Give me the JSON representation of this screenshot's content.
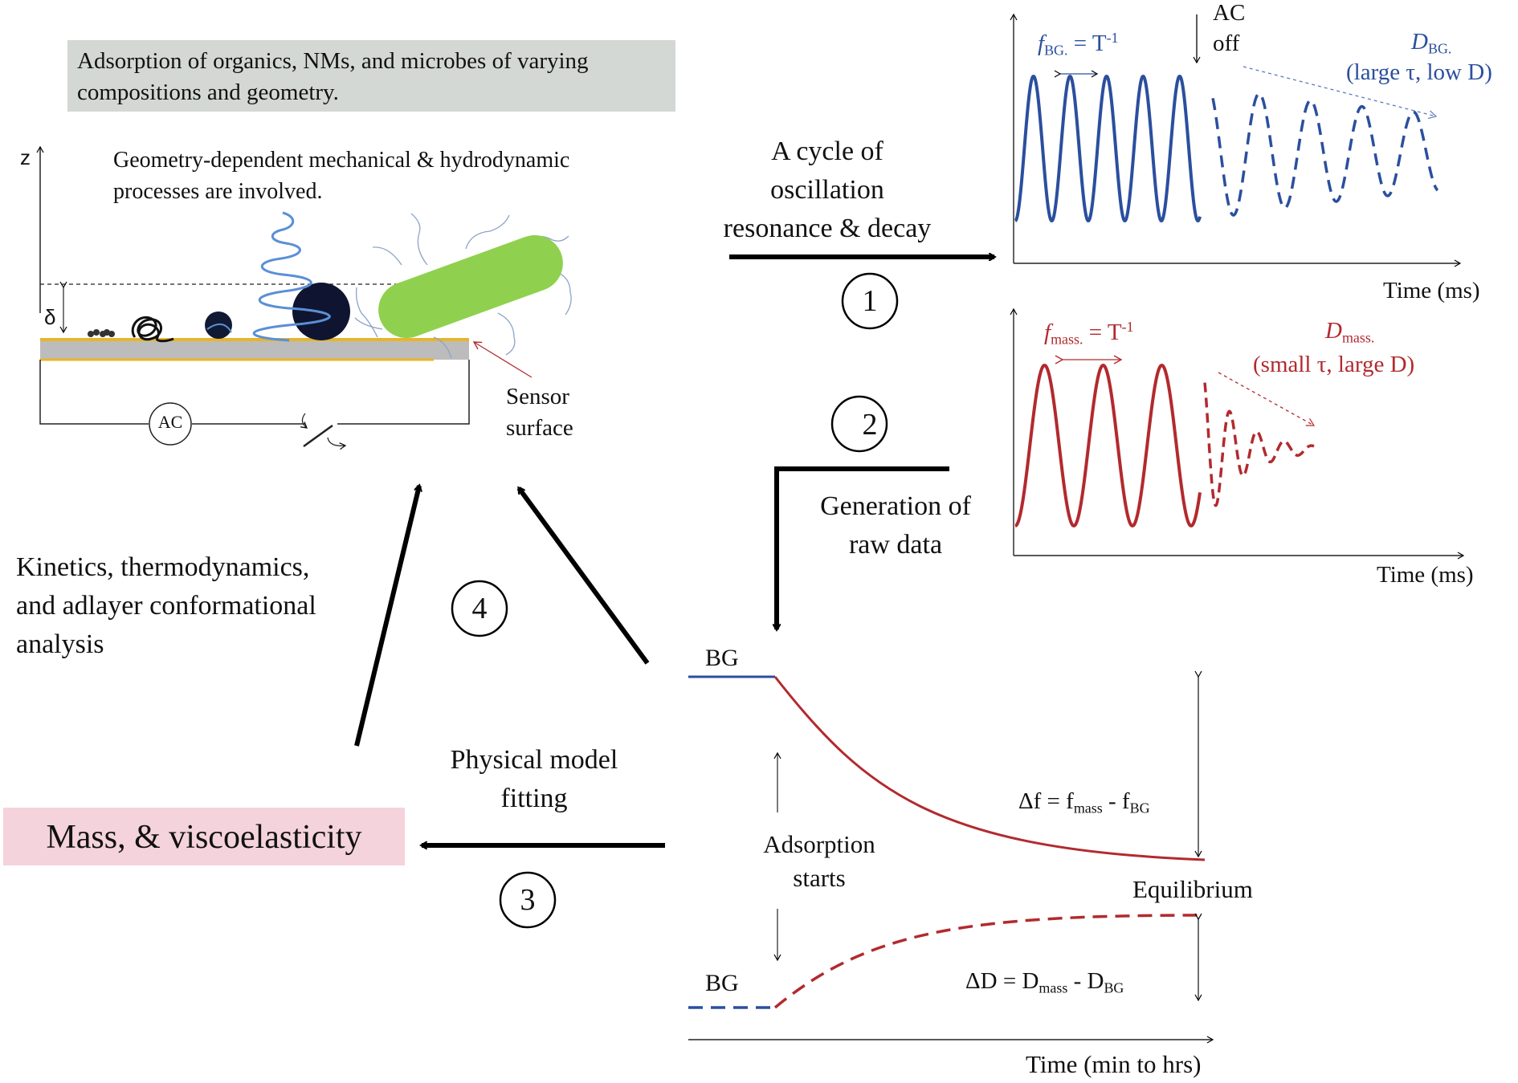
{
  "title_box": {
    "line1": "Adsorption of organics, NMs, and microbes of varying",
    "line2": "compositions and geometry."
  },
  "setup": {
    "z_label": "z",
    "delta_label": "δ",
    "geometry_note_line1": "Geometry-dependent mechanical & hydrodynamic",
    "geometry_note_line2": "processes are involved.",
    "ac_label": "AC",
    "sensor_label_line1": "Sensor",
    "sensor_label_line2": "surface"
  },
  "steps": {
    "step1": {
      "number": "1",
      "line1": "A cycle of",
      "line2": "oscillation",
      "line3": "resonance & decay"
    },
    "step2": {
      "number": "2",
      "line1": "Generation of",
      "line2": "raw data"
    },
    "step3": {
      "number": "3",
      "line1": "Physical model",
      "line2": "fitting"
    },
    "step4": {
      "number": "4"
    }
  },
  "analysis": {
    "line1": "Kinetics, thermodynamics,",
    "line2": "and adlayer conformational",
    "line3": "analysis"
  },
  "result_box": {
    "label": "Mass, & viscoelasticity"
  },
  "plot_bg": {
    "freq_symbol": "f",
    "freq_sub": "BG.",
    "freq_eq": " = T",
    "freq_sup": "-1",
    "ac_off_line1": "AC",
    "ac_off_line2": "off",
    "diss_symbol": "D",
    "diss_sub": "BG.",
    "diss_note": "(large τ, low D)",
    "xlabel": "Time (ms)",
    "color": "#2b4f9e"
  },
  "plot_mass": {
    "freq_symbol": "f",
    "freq_sub": "mass.",
    "freq_eq": " = T",
    "freq_sup": "-1",
    "diss_symbol": "D",
    "diss_sub": "mass.",
    "diss_note": "(small τ, large D)",
    "xlabel": "Time (ms)",
    "color": "#b22a2e"
  },
  "plot_time": {
    "bg_top": "BG",
    "bg_bottom": "BG",
    "adsorption_line1": "Adsorption",
    "adsorption_line2": "starts",
    "delta_f_eq": "Δf = f",
    "delta_f_sub1": "mass",
    "delta_f_mid": " - f",
    "delta_f_sub2": "BG",
    "equilibrium": "Equilibrium",
    "delta_d_eq": "ΔD = D",
    "delta_d_sub1": "mass",
    "delta_d_mid": " - D",
    "delta_d_sub2": "BG",
    "xlabel": "Time (min to hrs)"
  },
  "colors": {
    "blue": "#2b4f9e",
    "red": "#b22a2e",
    "green": "#8fd14f",
    "spring": "#5b8fd6",
    "gold": "#e7b52a",
    "gray_box": "#d3d8d5",
    "pink_box": "#f5d3dc"
  },
  "icons": [
    "z-axis-arrow",
    "ac-source-icon",
    "switch-icon",
    "bacterium-icon",
    "nanoparticle-icon",
    "polymer-coil-icon"
  ]
}
